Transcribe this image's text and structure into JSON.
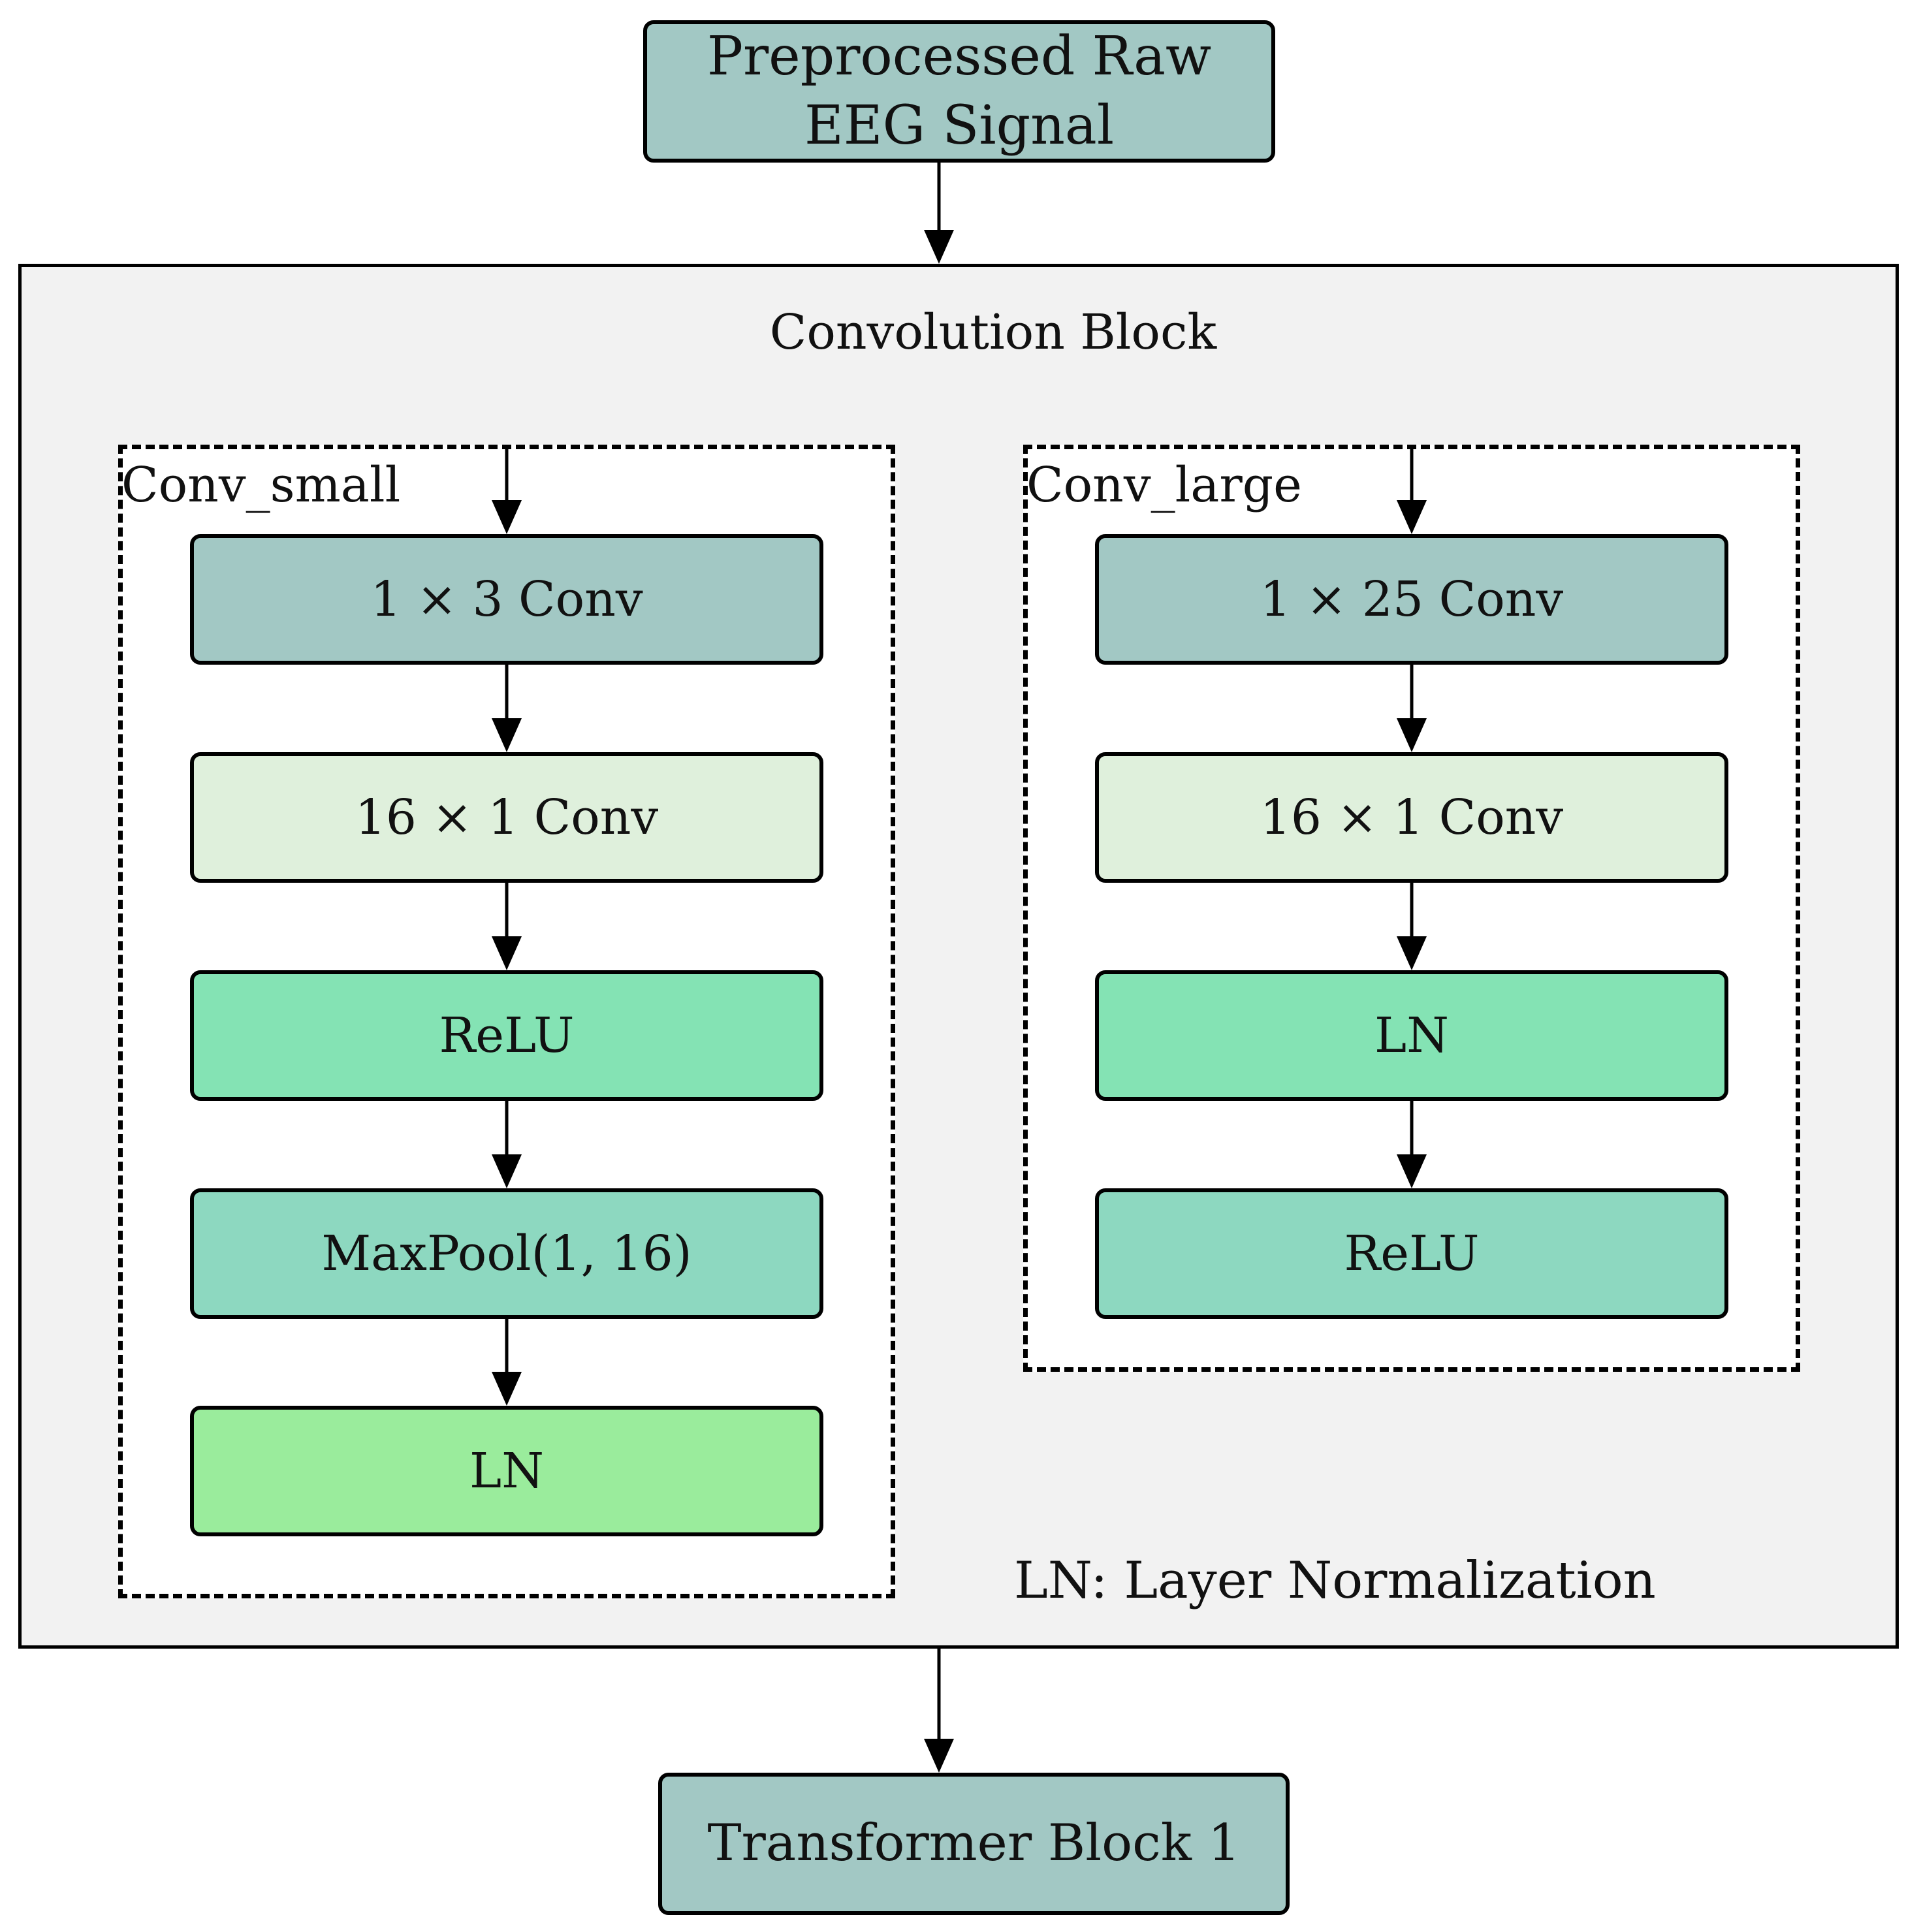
{
  "input_node": {
    "line1": "Preprocessed Raw",
    "line2": "EEG Signal",
    "color": "#a2c8c4"
  },
  "convolution_block": {
    "title": "Convolution Block",
    "background": "#f2f2f2"
  },
  "conv_small": {
    "label": "Conv_small",
    "layers": [
      {
        "label": "1 × 3 Conv",
        "color": "#a2c8c4"
      },
      {
        "label": "16 × 1 Conv",
        "color": "#dff0dc"
      },
      {
        "label": "ReLU",
        "color": "#84e3b4"
      },
      {
        "label": "MaxPool(1, 16)",
        "color": "#8dd8c0"
      },
      {
        "label": "LN",
        "color": "#9aec9c"
      }
    ]
  },
  "conv_large": {
    "label": "Conv_large",
    "layers": [
      {
        "label": "1 × 25 Conv",
        "color": "#a2c8c4"
      },
      {
        "label": "16 × 1 Conv",
        "color": "#dff0dc"
      },
      {
        "label": "LN",
        "color": "#84e3b4"
      },
      {
        "label": "ReLU",
        "color": "#8dd8c0"
      }
    ]
  },
  "legend_note": "LN: Layer Normalization",
  "output_node": {
    "label": "Transformer Block 1",
    "color": "#a2c8c4"
  }
}
